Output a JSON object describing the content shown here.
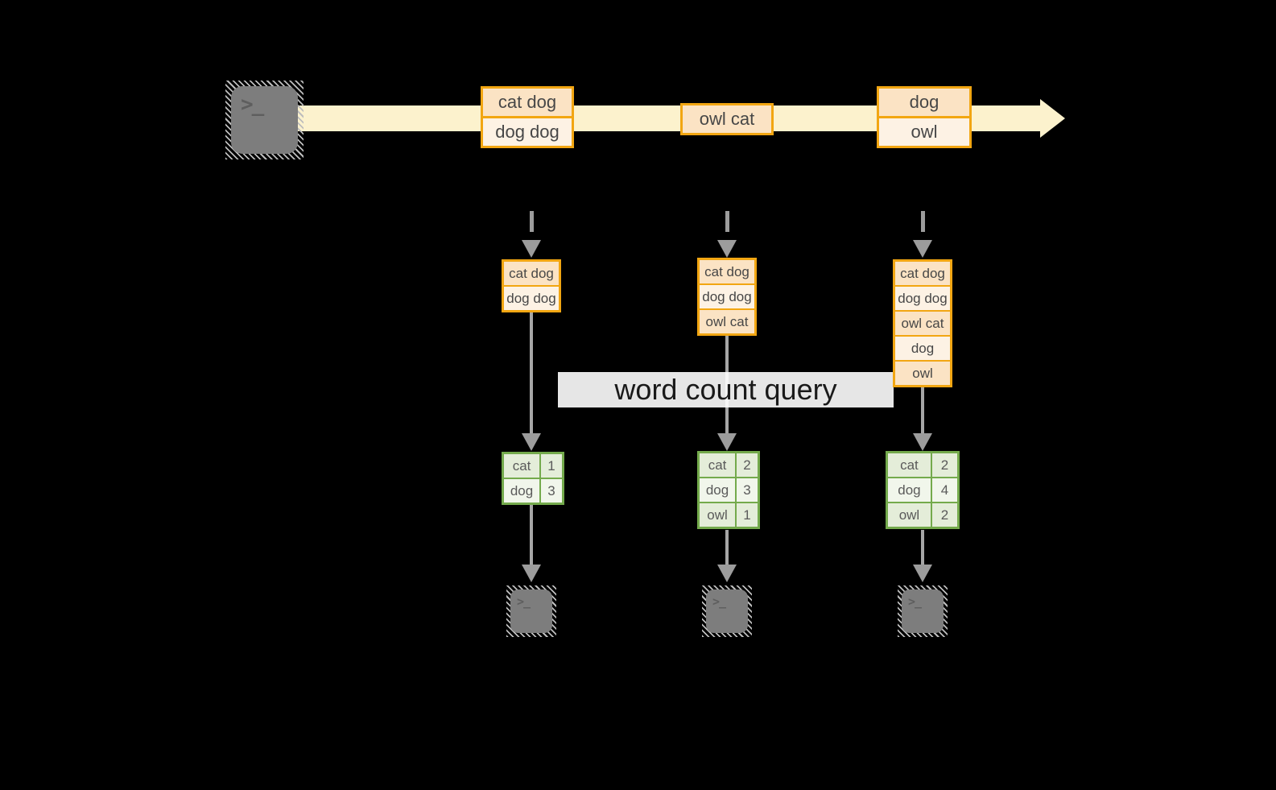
{
  "query_label": "word count query",
  "icons": {
    "terminal_prompt": ">_"
  },
  "stream_events": [
    {
      "rows": [
        "cat dog",
        "dog dog"
      ]
    },
    {
      "rows": [
        "owl cat"
      ]
    },
    {
      "rows": [
        "dog",
        "owl"
      ]
    }
  ],
  "buffers": [
    {
      "rows": [
        "cat dog",
        "dog dog"
      ]
    },
    {
      "rows": [
        "cat dog",
        "dog dog",
        "owl cat"
      ]
    },
    {
      "rows": [
        "cat dog",
        "dog dog",
        "owl cat",
        "dog",
        "owl"
      ]
    }
  ],
  "count_tables": [
    {
      "rows": [
        {
          "word": "cat",
          "count": "1"
        },
        {
          "word": "dog",
          "count": "3"
        }
      ]
    },
    {
      "rows": [
        {
          "word": "cat",
          "count": "2"
        },
        {
          "word": "dog",
          "count": "3"
        },
        {
          "word": "owl",
          "count": "1"
        }
      ]
    },
    {
      "rows": [
        {
          "word": "cat",
          "count": "2"
        },
        {
          "word": "dog",
          "count": "4"
        },
        {
          "word": "owl",
          "count": "2"
        }
      ]
    }
  ],
  "colors": {
    "background": "#000000",
    "stream_fill": "#FCF2CD",
    "orange_border": "#F2A612",
    "peach_dark": "#FBE3C4",
    "peach_light": "#FDF2E4",
    "green_border": "#74AA4C",
    "green_cell_dark": "#E4EDD9",
    "green_cell_light": "#F1F6EB",
    "arrow_gray": "#9E9E9E",
    "terminal_gray": "#7D7D7D",
    "query_band": "#FFFFFF"
  }
}
